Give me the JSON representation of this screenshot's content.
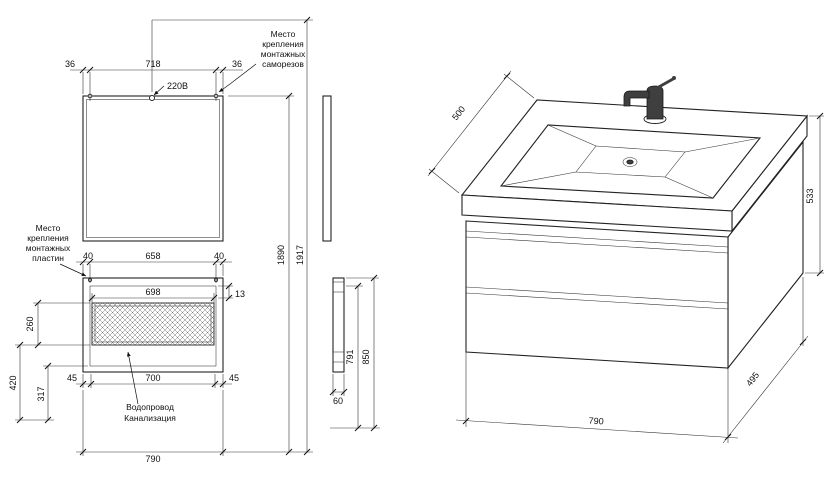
{
  "colors": {
    "line": "#222222",
    "background": "#ffffff"
  },
  "notes": {
    "screws1": "Место",
    "screws2": "крепления",
    "screws3": "монтажных",
    "screws4": "саморезов",
    "plates1": "Место",
    "plates2": "крепления",
    "plates3": "монтажных",
    "plates4": "пластин",
    "plumb1": "Водопровод",
    "plumb2": "Канализация"
  },
  "d": {
    "m36l": "36",
    "m718": "718",
    "m36r": "36",
    "outlet": "220В",
    "h1890": "1890",
    "h1917": "1917",
    "c40l": "40",
    "c658": "658",
    "c40r": "40",
    "c698": "698",
    "c13": "13",
    "v260": "260",
    "v420": "420",
    "v317": "317",
    "b45l": "45",
    "b700": "700",
    "b45r": "45",
    "b790": "790",
    "s791": "791",
    "s850": "850",
    "s60": "60",
    "p500": "500",
    "p533": "533",
    "p790": "790",
    "p495": "495"
  }
}
